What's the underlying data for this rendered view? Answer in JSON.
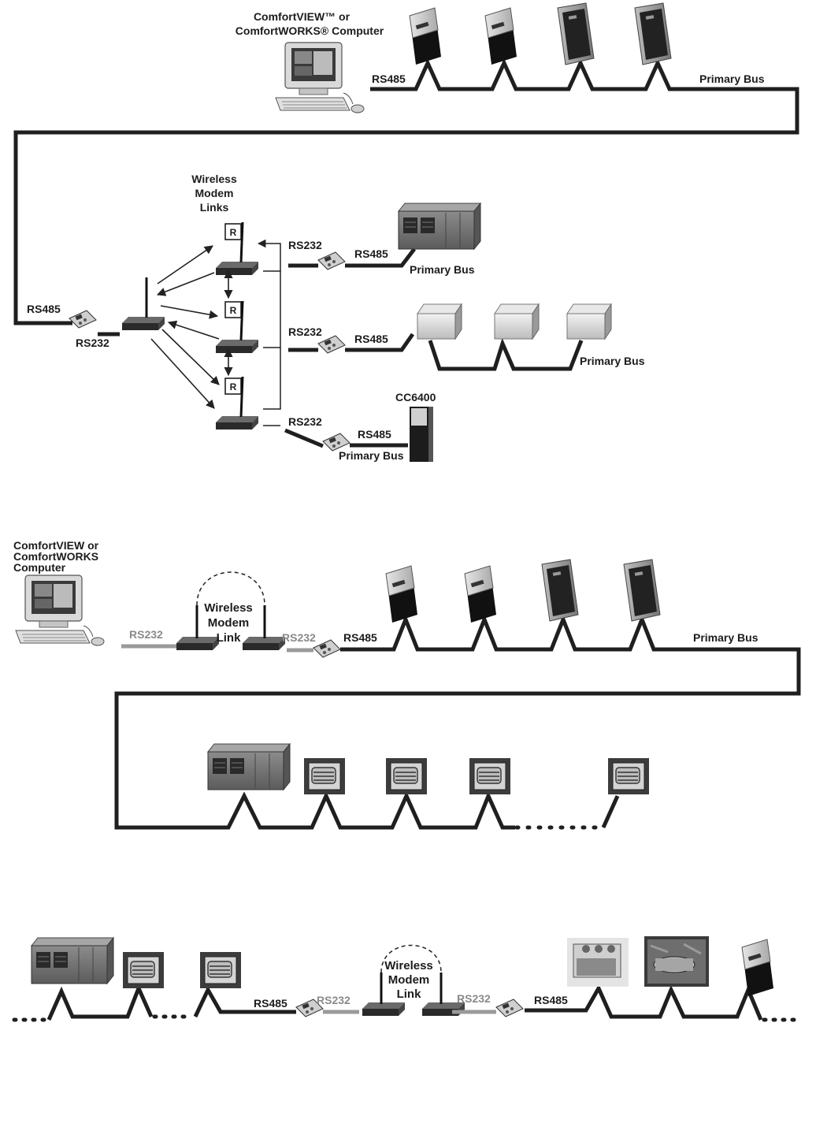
{
  "section1": {
    "computer_label_line1": "ComfortVIEW™ or",
    "computer_label_line2": "ComfortWORKS® Computer",
    "rs485": "RS485",
    "primary_bus": "Primary Bus"
  },
  "section2": {
    "wireless_line1": "Wireless",
    "wireless_line2": "Modem",
    "wireless_line3": "Links",
    "rs485_left": "RS485",
    "rs232_left": "RS232",
    "repeater": "R",
    "branch1": {
      "rs232": "RS232",
      "rs485": "RS485",
      "bus": "Primary Bus"
    },
    "branch2": {
      "rs232": "RS232",
      "rs485": "RS485",
      "bus": "Primary Bus"
    },
    "branch3": {
      "rs232": "RS232",
      "rs485": "RS485",
      "bus": "Primary Bus",
      "device": "CC6400"
    }
  },
  "section3": {
    "computer_line1": "ComfortVIEW or",
    "computer_line2": "ComfortWORKS",
    "computer_line3": "Computer",
    "rs232_a": "RS232",
    "wireless_line1": "Wireless",
    "wireless_line2": "Modem",
    "wireless_line3": "Link",
    "rs232_b": "RS232",
    "rs485": "RS485",
    "primary_bus": "Primary Bus"
  },
  "section4": {
    "rs485_a": "RS485",
    "rs232_a": "RS232",
    "wireless_line1": "Wireless",
    "wireless_line2": "Modem",
    "wireless_line3": "Link",
    "rs232_b": "RS232",
    "rs485_b": "RS485"
  }
}
